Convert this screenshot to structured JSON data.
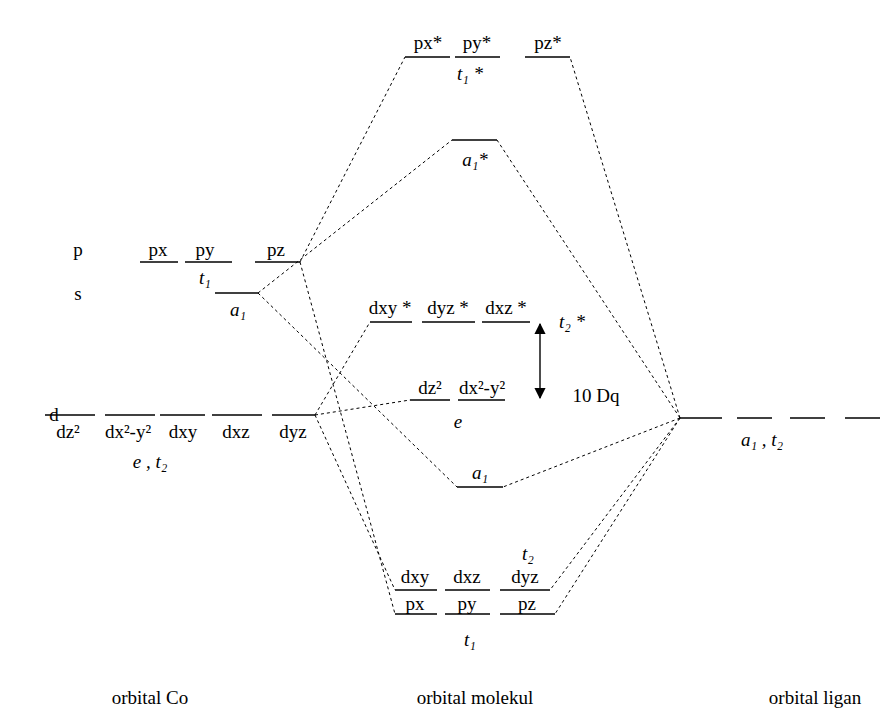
{
  "diagram": {
    "labels": [
      "p",
      "s",
      "d",
      "px",
      "py",
      "pz",
      "t₁",
      "a₁",
      "dz²",
      "dx²-y²",
      "dxy",
      "dxz",
      "dyz",
      "e , t₂",
      "px*",
      "py*",
      "pz*",
      "t₁ *",
      "a₁*",
      "dxy *",
      "dyz *",
      "dxz *",
      "t₂ *",
      "dz²",
      "dx²-y²",
      "10 Dq",
      "e",
      "a₁",
      "t₂",
      "dxy",
      "dxz",
      "dyz",
      "px",
      "py",
      "pz",
      "t₁",
      "a₁ , t₂",
      "orbital Co",
      "orbital molekul",
      "orbital ligan"
    ]
  }
}
